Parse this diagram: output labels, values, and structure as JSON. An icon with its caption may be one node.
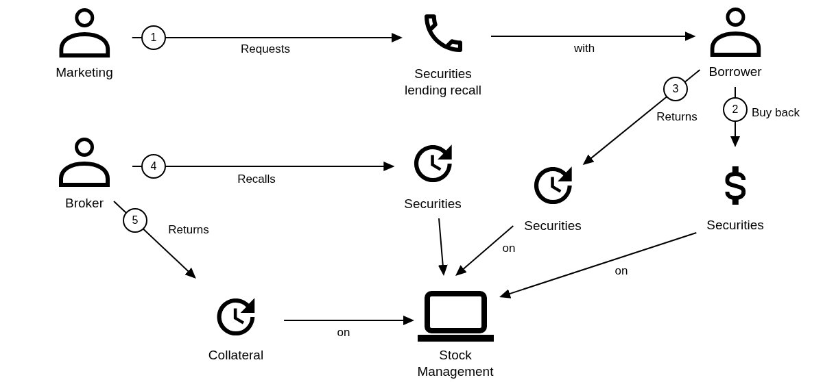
{
  "diagram": {
    "nodes": [
      {
        "text": [
          "Marketing"
        ]
      },
      {
        "text": [
          "Securities lending recall"
        ]
      },
      {
        "text": [
          "Borrower"
        ]
      },
      {
        "text": [
          "Broker"
        ]
      },
      {
        "text": [
          "Securities"
        ]
      },
      {
        "text": [
          "Securities"
        ]
      },
      {
        "text": [
          "Securities"
        ]
      },
      {
        "text": [
          "Collateral"
        ]
      },
      {
        "text": [
          "Stock Management"
        ]
      }
    ],
    "edges": [
      {
        "from": 0,
        "to": 1,
        "arrow": "to",
        "label": "Requests"
      },
      {
        "from": 1,
        "to": 2,
        "arrow": "to",
        "label": "with"
      },
      {
        "from": 2,
        "to": 6,
        "arrow": "to",
        "label": "Buy back"
      },
      {
        "from": 2,
        "to": 5,
        "arrow": "to",
        "label": "Returns"
      },
      {
        "from": 3,
        "to": 4,
        "arrow": "to",
        "label": "Recalls"
      },
      {
        "from": 3,
        "to": 7,
        "arrow": "to",
        "label": "Returns"
      },
      {
        "from": 4,
        "to": 8,
        "arrow": "to"
      },
      {
        "from": 5,
        "to": 8,
        "arrow": "to",
        "label": "on"
      },
      {
        "from": 6,
        "to": 8,
        "arrow": "to",
        "label": "on"
      },
      {
        "from": 7,
        "to": 8,
        "arrow": "to",
        "label": "on"
      }
    ],
    "labels": [
      "1",
      "3",
      "2",
      "4",
      "5"
    ]
  }
}
